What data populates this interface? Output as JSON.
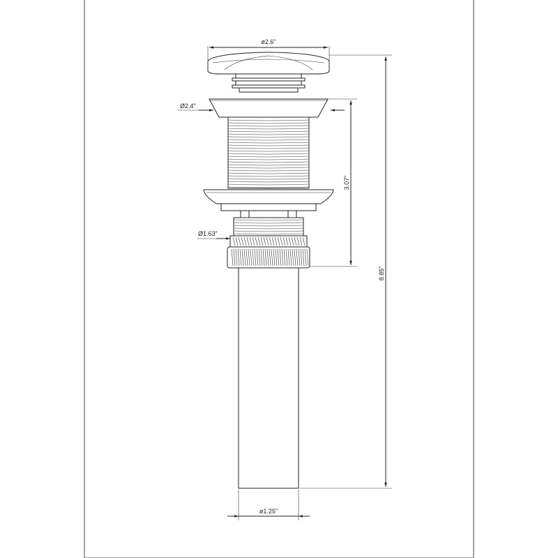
{
  "drawing": {
    "dimensions": {
      "cap_diameter": "ø2.6\"",
      "flange_diameter": "Ø2.4\"",
      "thread_diameter": "Ø1.63\"",
      "tailpiece_diameter": "ø1.25\"",
      "body_height": "3.07\"",
      "overall_height": "8.85\""
    }
  }
}
